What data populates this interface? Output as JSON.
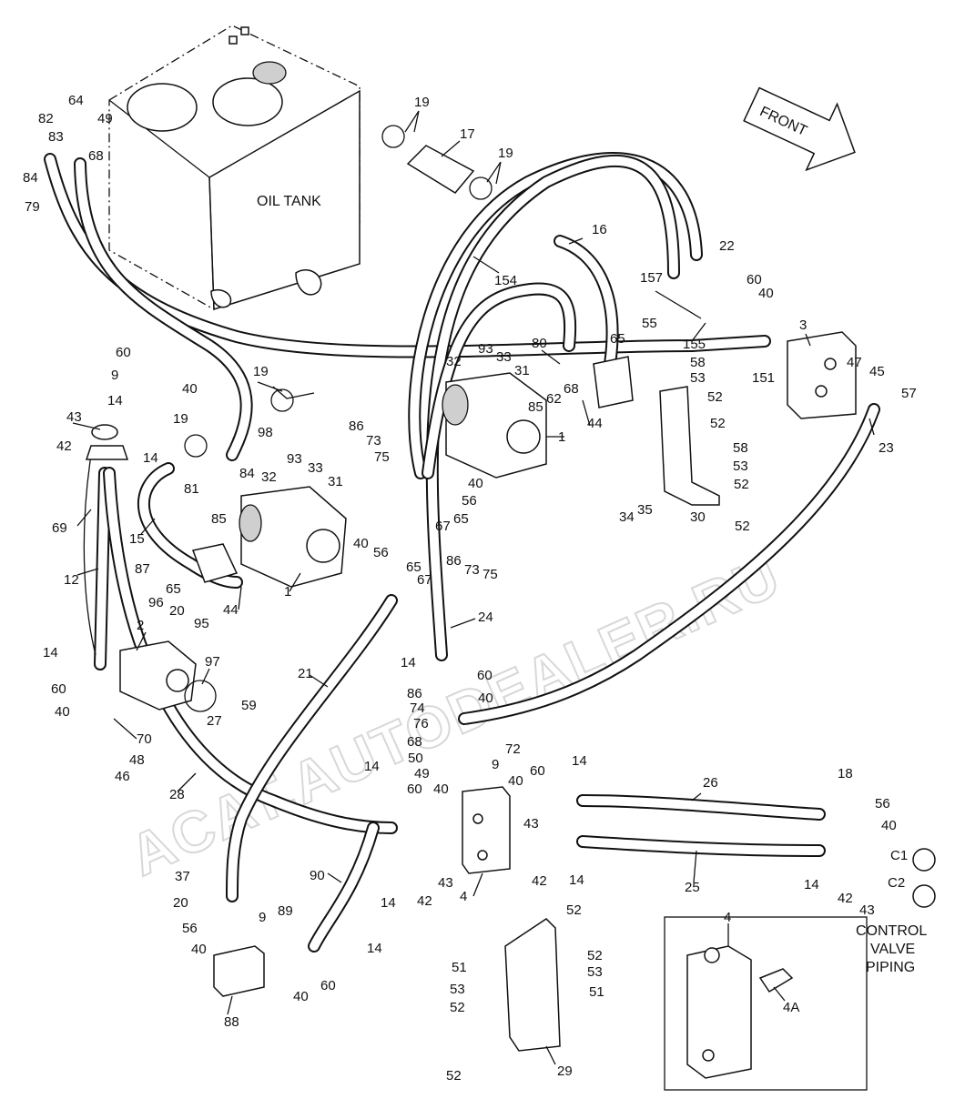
{
  "labels": {
    "oil_tank": "OIL TANK",
    "front": "FRONT",
    "control_valve_piping": [
      "CONTROL",
      "VALVE",
      "PIPING"
    ],
    "watermark": "ACAT.AUTODEALER.RU",
    "inset_title": "4",
    "inset_4a": "4A",
    "c1": "C1",
    "c2": "C2"
  },
  "callouts": {
    "n1": "1",
    "n2": "2",
    "n3": "3",
    "n4": "4",
    "n9": "9",
    "n12": "12",
    "n14": "14",
    "n15": "15",
    "n16": "16",
    "n17": "17",
    "n18": "18",
    "n19": "19",
    "n20": "20",
    "n21": "21",
    "n22": "22",
    "n23": "23",
    "n24": "24",
    "n25": "25",
    "n26": "26",
    "n27": "27",
    "n28": "28",
    "n29": "29",
    "n30": "30",
    "n31": "31",
    "n32": "32",
    "n33": "33",
    "n34": "34",
    "n35": "35",
    "n37": "37",
    "n40": "40",
    "n42": "42",
    "n43": "43",
    "n44": "44",
    "n45": "45",
    "n46": "46",
    "n47": "47",
    "n48": "48",
    "n49": "49",
    "n50": "50",
    "n51": "51",
    "n52": "52",
    "n53": "53",
    "n55": "55",
    "n56": "56",
    "n57": "57",
    "n58": "58",
    "n59": "59",
    "n60": "60",
    "n62": "62",
    "n64": "64",
    "n65": "65",
    "n67": "67",
    "n68": "68",
    "n69": "69",
    "n70": "70",
    "n72": "72",
    "n73": "73",
    "n74": "74",
    "n75": "75",
    "n76": "76",
    "n79": "79",
    "n80": "80",
    "n81": "81",
    "n82": "82",
    "n83": "83",
    "n84": "84",
    "n85": "85",
    "n86": "86",
    "n87": "87",
    "n88": "88",
    "n89": "89",
    "n90": "90",
    "n93": "93",
    "n95": "95",
    "n96": "96",
    "n97": "97",
    "n98": "98",
    "n151": "151",
    "n154": "154",
    "n155": "155",
    "n157": "157"
  }
}
